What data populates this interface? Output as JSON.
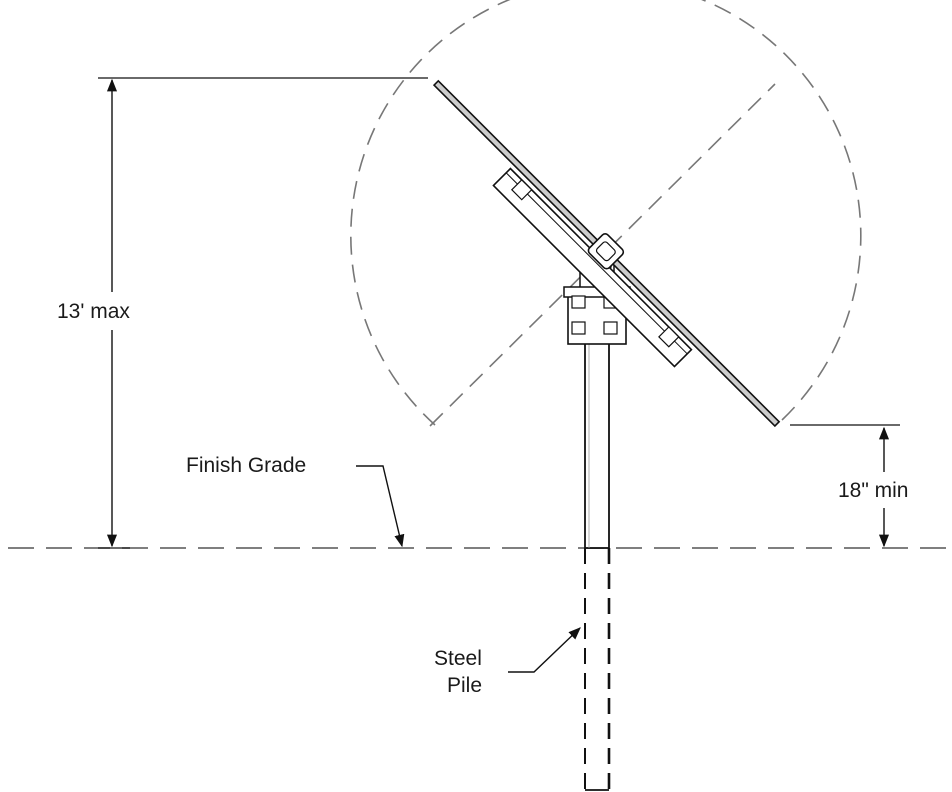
{
  "labels": {
    "height_max": "13' max",
    "clearance_min": "18\" min",
    "finish_grade": "Finish Grade",
    "steel_pile_line1": "Steel",
    "steel_pile_line2": "Pile"
  }
}
